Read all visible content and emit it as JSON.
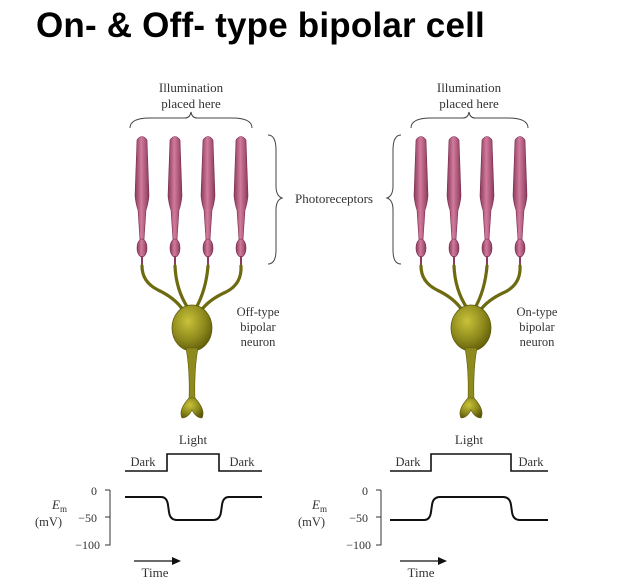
{
  "title": "On- & Off- type bipolar cell",
  "left_panel": {
    "illumination_line1": "Illumination",
    "illumination_line2": "placed here",
    "neuron_line1": "Off-type",
    "neuron_line2": "bipolar",
    "neuron_line3": "neuron",
    "stimulus": {
      "light_label": "Light",
      "dark_left": "Dark",
      "dark_right": "Dark"
    },
    "graph": {
      "em_label": "E",
      "em_subscript": "m",
      "unit_label": "(mV)",
      "ticks": [
        "0",
        "−50",
        "−100"
      ],
      "time_label": "Time",
      "response": "hyperpolarizes"
    }
  },
  "right_panel": {
    "illumination_line1": "Illumination",
    "illumination_line2": "placed here",
    "neuron_line1": "On-type",
    "neuron_line2": "bipolar",
    "neuron_line3": "neuron",
    "stimulus": {
      "light_label": "Light",
      "dark_left": "Dark",
      "dark_right": "Dark"
    },
    "graph": {
      "em_label": "E",
      "em_subscript": "m",
      "unit_label": "(mV)",
      "ticks": [
        "0",
        "−50",
        "−100"
      ],
      "time_label": "Time",
      "response": "depolarizes"
    }
  },
  "photoreceptors_label": "Photoreceptors",
  "colors": {
    "photoreceptor": "#c46a8d",
    "photoreceptor_dark": "#8a3a5c",
    "neuron": "#8e8a1c",
    "neuron_dark": "#5e5a0a",
    "trace": "#111111"
  }
}
